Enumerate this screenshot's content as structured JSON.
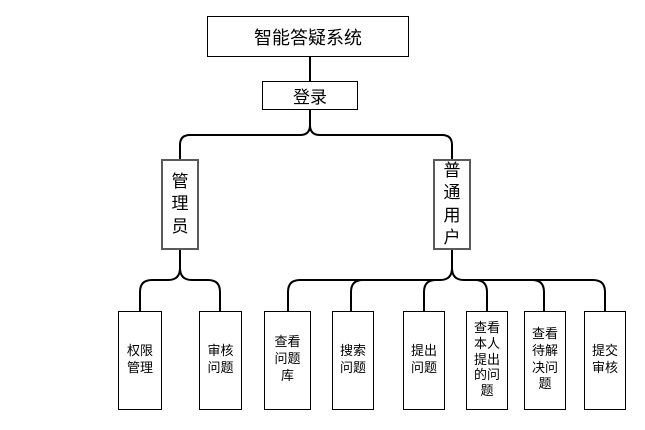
{
  "diagram": {
    "root": "智能答疑系统",
    "login": "登录",
    "roles": {
      "admin": "管理员",
      "user": "普通用户"
    },
    "admin_functions": [
      "权限管理",
      "审核问题"
    ],
    "user_functions": [
      "查看问题库",
      "搜索问题",
      "提出问题",
      "查看本人提出的问题",
      "查看待解决问题",
      "提交审核"
    ]
  }
}
